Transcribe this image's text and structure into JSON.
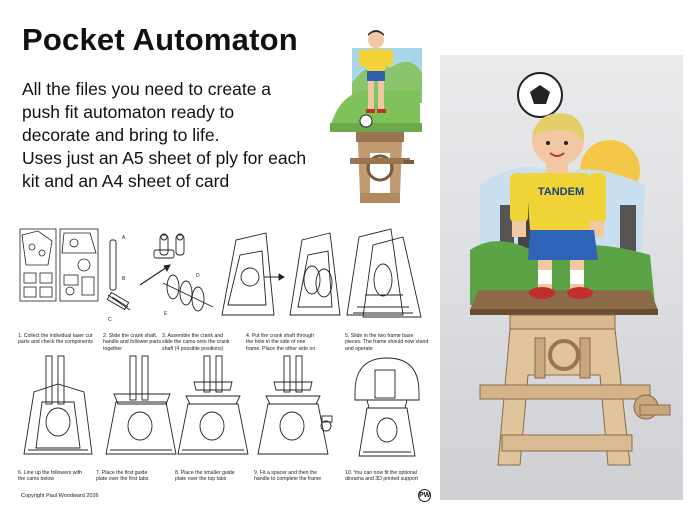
{
  "title": "Pocket Automaton",
  "intro_lines": [
    "All the files you need to create a",
    "push fit automaton ready to",
    "decorate and bring to life.",
    "Uses just an A5 sheet of ply for each",
    "kit and an A4 sheet of card"
  ],
  "steps": [
    {
      "caption": "1. Collect the individual laser cut parts and check the components"
    },
    {
      "caption": "2. Slide the crank shaft, handle and follower parts together",
      "part_labels": [
        "A",
        "B",
        "C"
      ]
    },
    {
      "caption": "3. Assemble the crank and slide the cams onto the crank shaft (4 possible positions)",
      "part_labels": [
        "D",
        "E"
      ]
    },
    {
      "caption": "4. Put the crank shaft through the hole in the side of one frame. Place the other side on"
    },
    {
      "caption": "5. Slide in the two frame base pieces. The frame should now stand and operate"
    },
    {
      "caption": "6. Line up the followers with the cams below"
    },
    {
      "caption": "7. Place the first guide plate over the first tabs"
    },
    {
      "caption": "8. Place the smaller guide plate over the top tabs"
    },
    {
      "caption": "9. Fit a spacer and then the handle to complete the frame"
    },
    {
      "caption": "10. You can now fit the optional diorama and 3D printed support"
    }
  ],
  "photo": {
    "shirt_text": "TANDEM"
  },
  "copyright": "Copyright Paul Woodward 2026",
  "logo": "PW"
}
